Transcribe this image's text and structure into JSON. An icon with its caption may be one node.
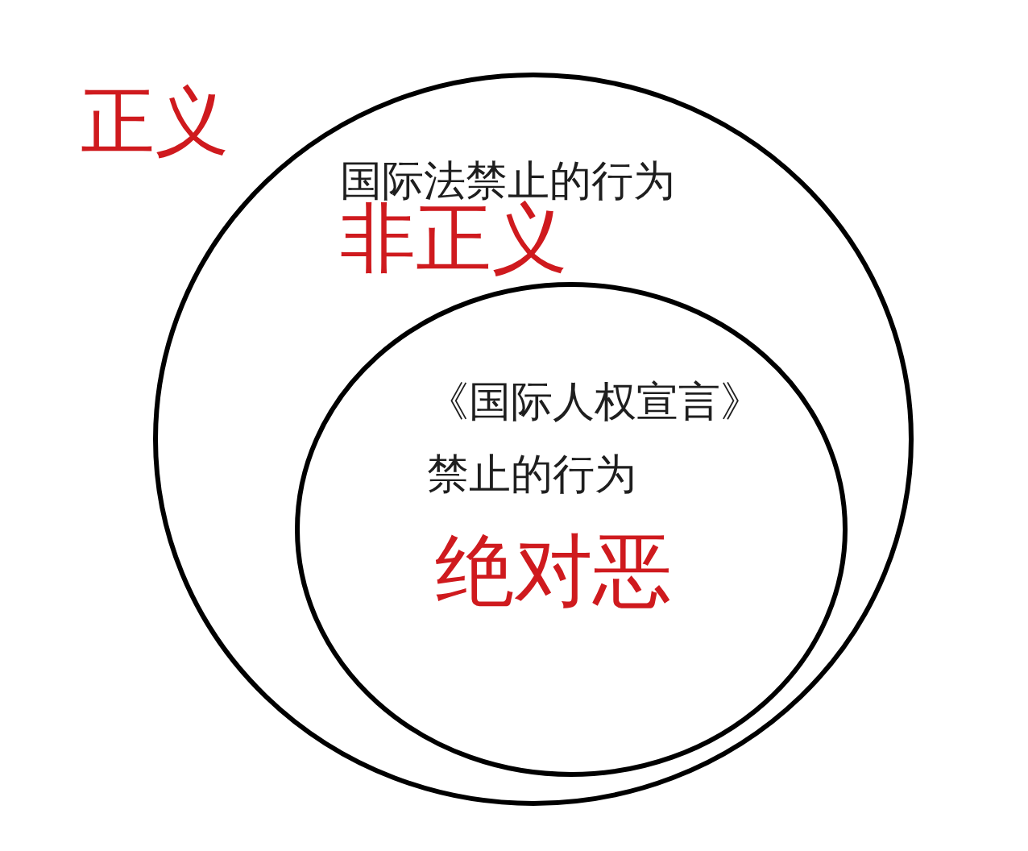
{
  "diagram": {
    "nodes": [
      {
        "text": [
          "国际法禁止的行为",
          "非正义"
        ]
      },
      {
        "text": [
          "《国际人权宣言》禁止的行为",
          "绝对恶"
        ],
        "in": 0
      }
    ],
    "labels": [
      "正义"
    ]
  }
}
